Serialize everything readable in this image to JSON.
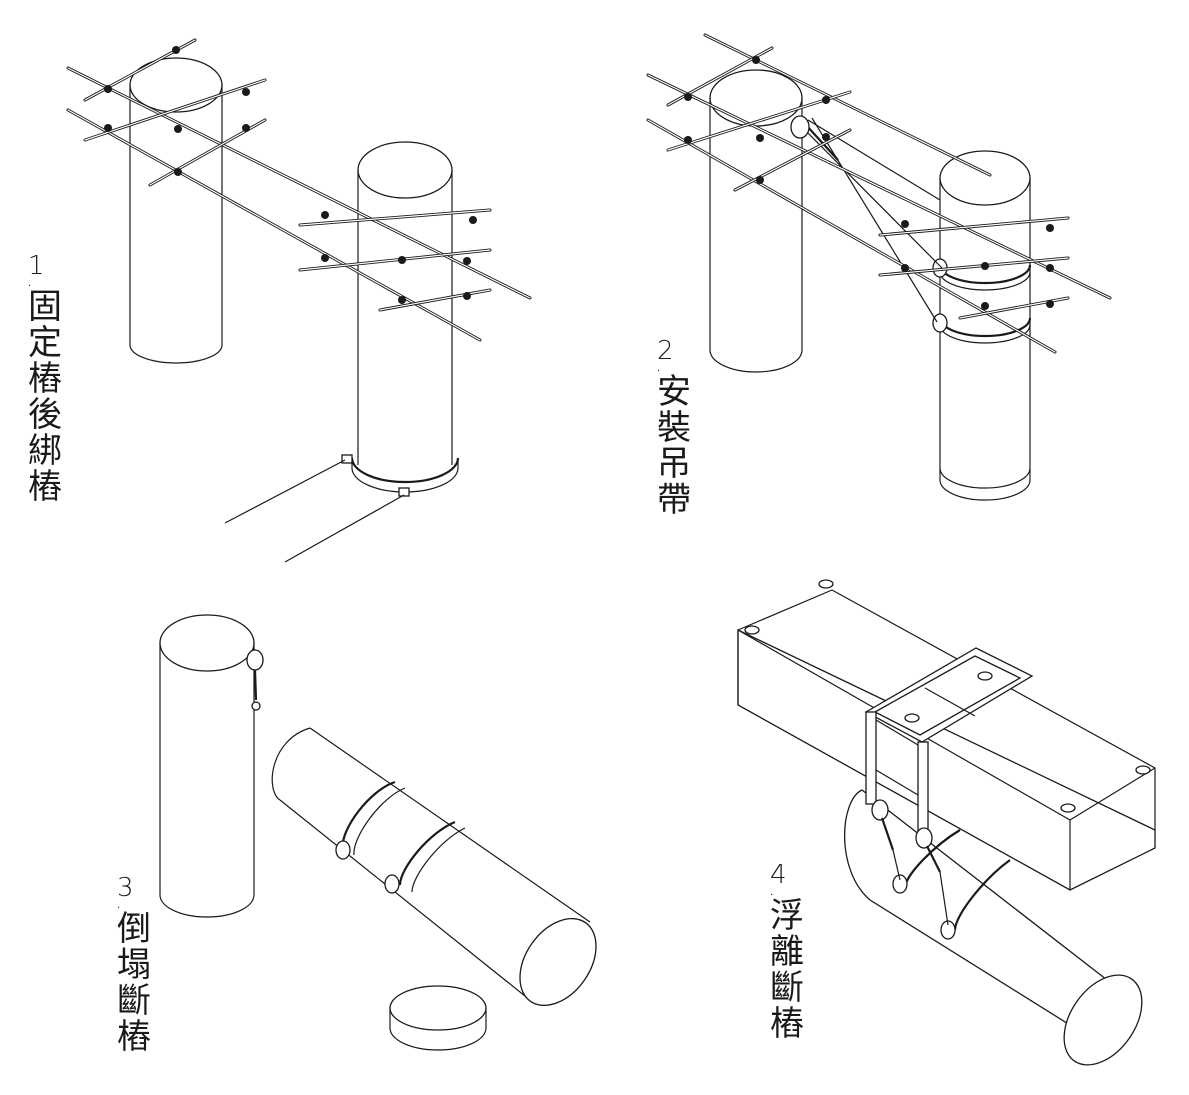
{
  "steps": [
    {
      "number": "1",
      "dot": ".",
      "caption": "固定樁後綁樁"
    },
    {
      "number": "2",
      "dot": ".",
      "caption": "安裝吊帶"
    },
    {
      "number": "3",
      "dot": ".",
      "caption": "倒塌斷樁"
    },
    {
      "number": "4",
      "dot": ".",
      "caption": "浮離斷樁"
    }
  ]
}
